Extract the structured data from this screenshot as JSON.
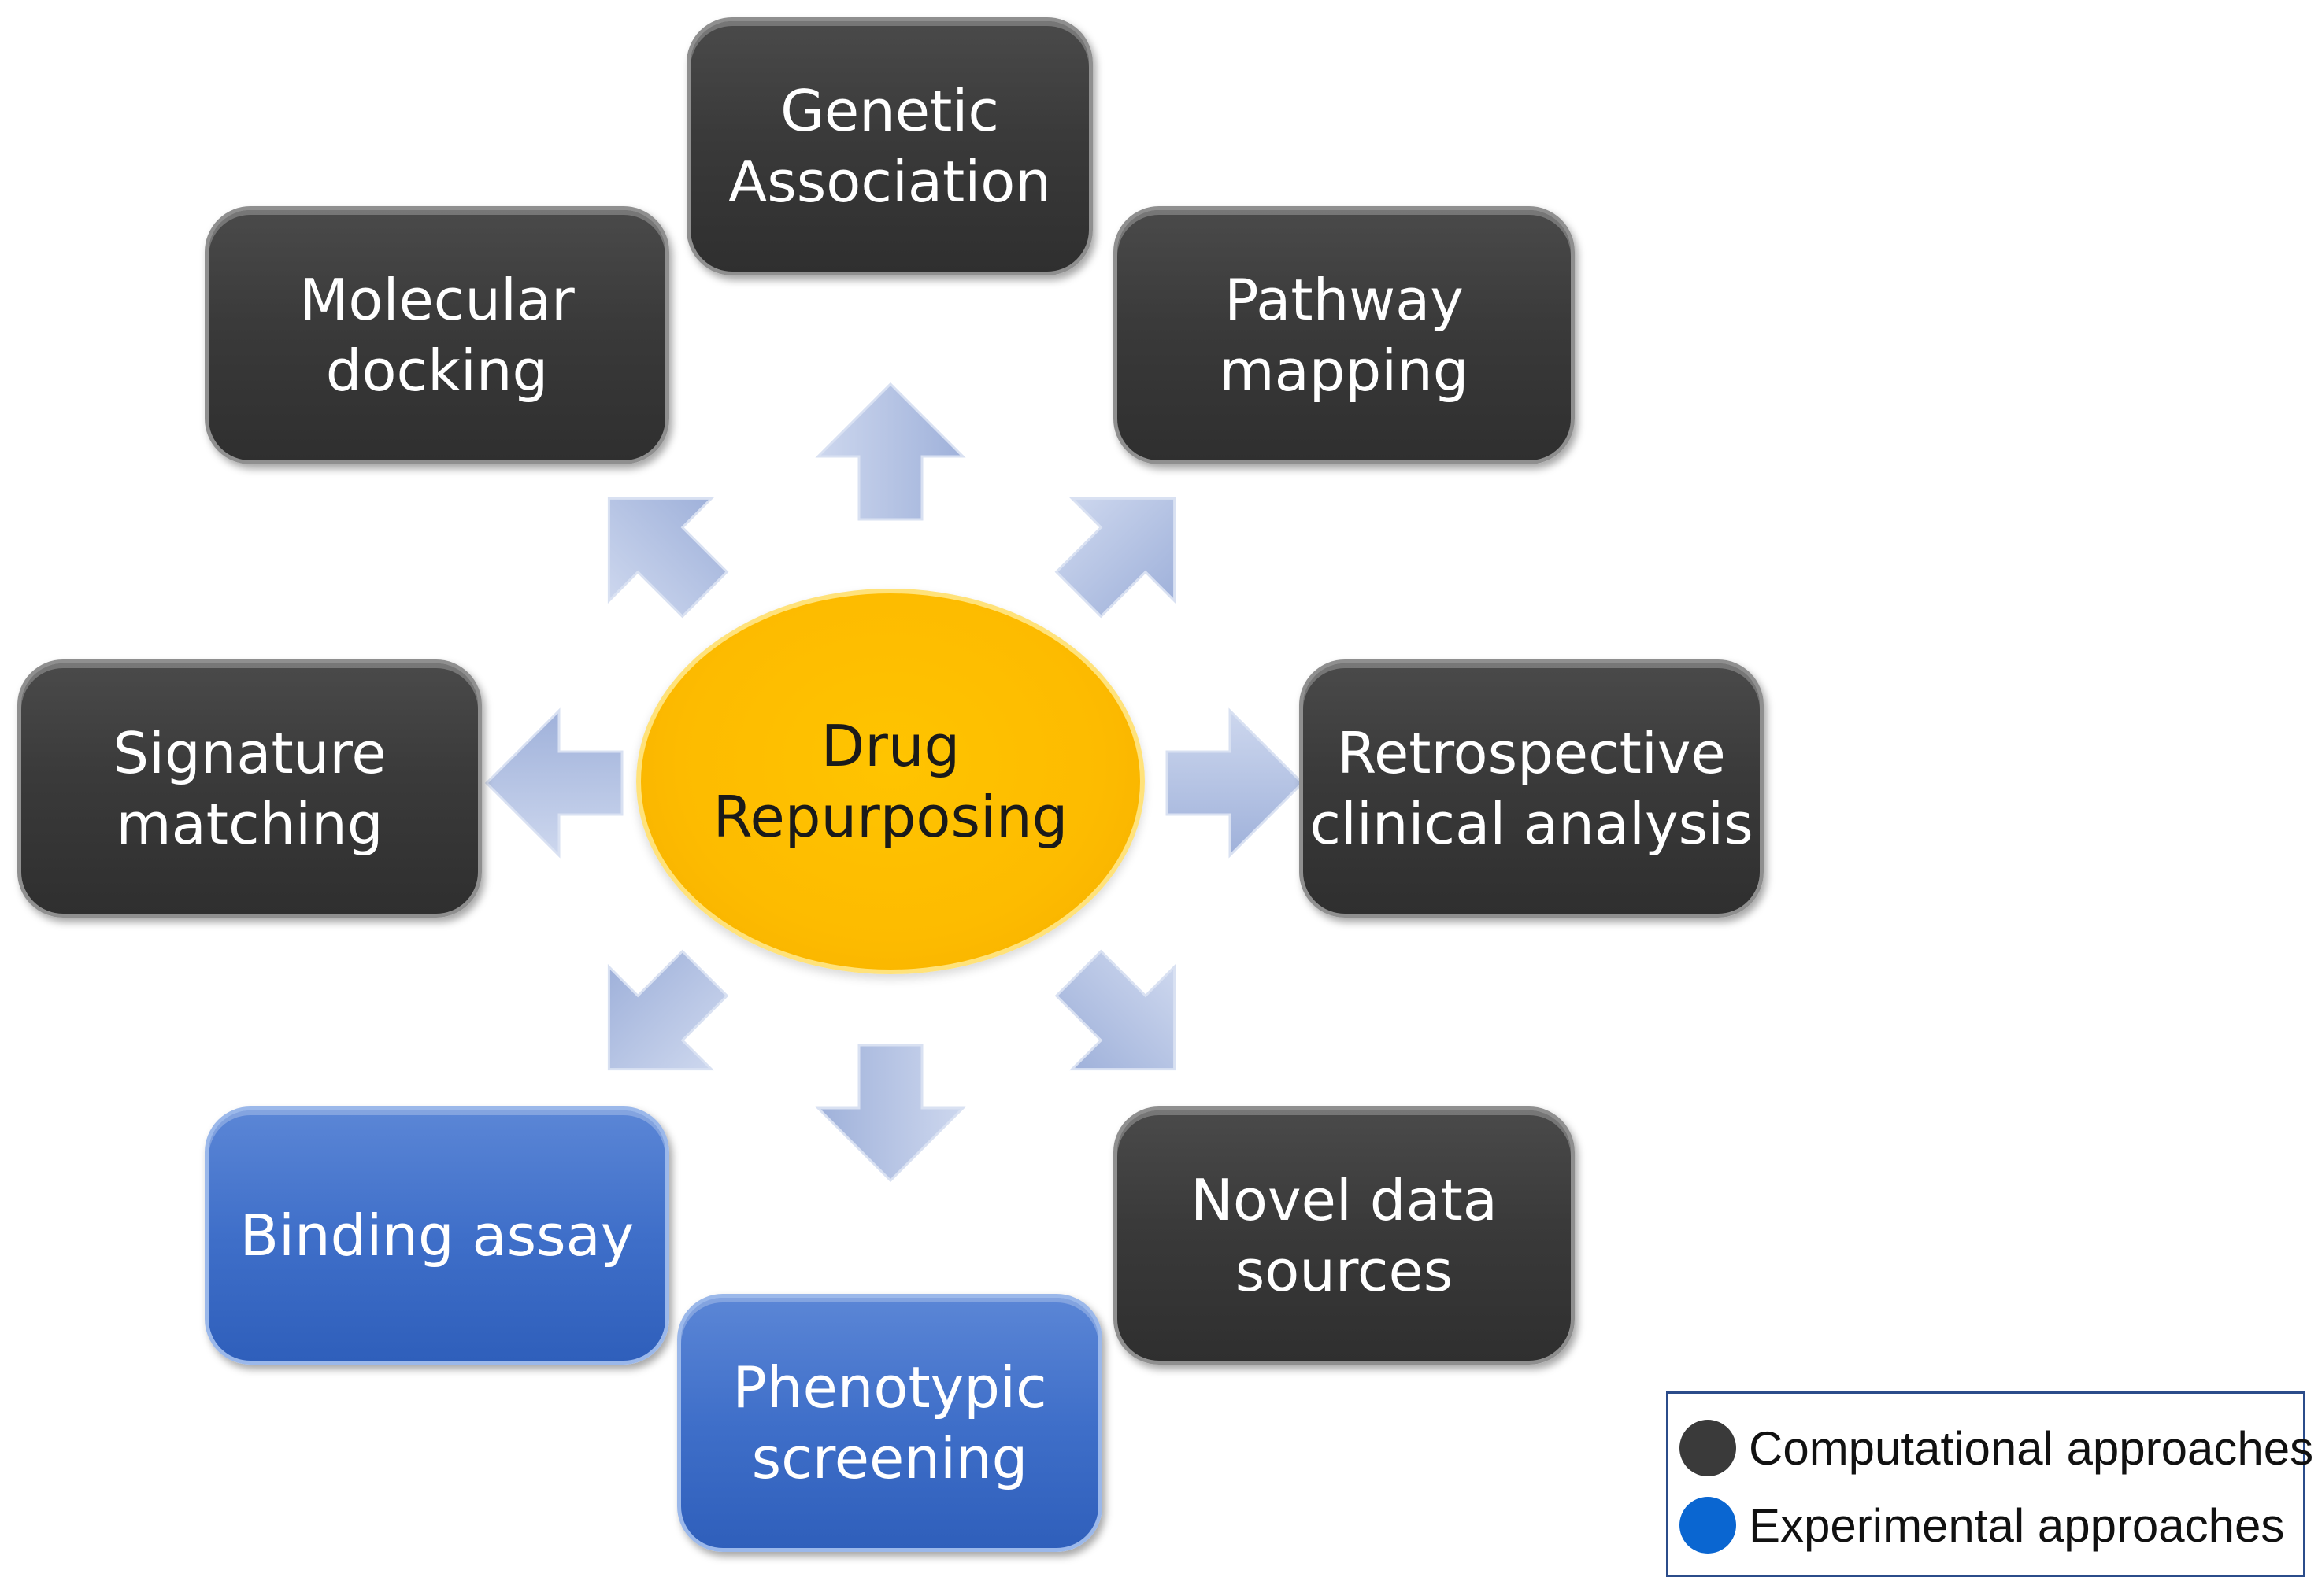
{
  "center": {
    "label": "Drug\nRepurposing",
    "color": "#FDBB00"
  },
  "nodes": {
    "genetic_association": {
      "label": "Genetic\nAssociation",
      "category": "computational"
    },
    "molecular_docking": {
      "label": "Molecular\ndocking",
      "category": "computational"
    },
    "pathway_mapping": {
      "label": "Pathway\nmapping",
      "category": "computational"
    },
    "signature_matching": {
      "label": "Signature\nmatching",
      "category": "computational"
    },
    "retrospective_clinical_analysis": {
      "label": "Retrospective\nclinical analysis",
      "category": "computational"
    },
    "binding_assay": {
      "label": "Binding assay",
      "category": "experimental"
    },
    "phenotypic_screening": {
      "label": "Phenotypic\nscreening",
      "category": "experimental"
    },
    "novel_data_sources": {
      "label": "Novel data\nsources",
      "category": "computational"
    }
  },
  "arrows": [
    "up",
    "up-left",
    "up-right",
    "left",
    "right",
    "down-left",
    "down",
    "down-right"
  ],
  "legend": {
    "items": [
      {
        "label": "Computational approaches",
        "color": "#3A3A3A"
      },
      {
        "label": "Experimental approaches",
        "color": "#0A66D1"
      }
    ]
  },
  "colors": {
    "computational": "#3A3A3A",
    "experimental": "#3F6FC9",
    "arrow": "#B4C3E3"
  }
}
